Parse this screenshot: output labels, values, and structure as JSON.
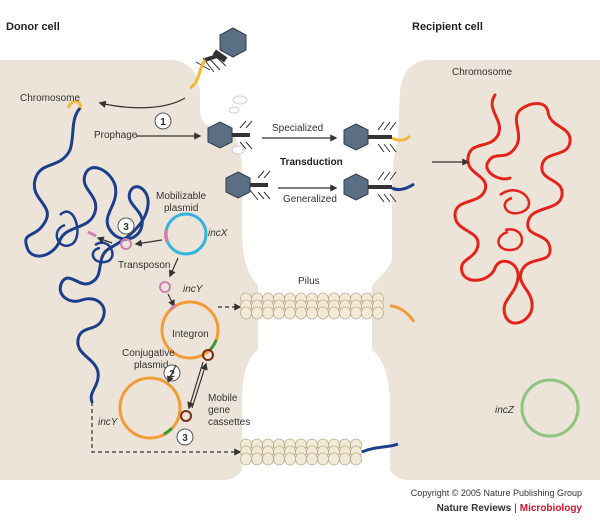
{
  "labels": {
    "donor_cell": "Donor cell",
    "recipient_cell": "Recipient cell",
    "chromosome_donor": "Chromosome",
    "chromosome_recipient": "Chromosome",
    "prophage": "Prophage",
    "specialized": "Specialized",
    "transduction": "Transduction",
    "generalized": "Generalized",
    "mobilizable_plasmid": "Mobilizable",
    "mobilizable_plasmid_2": "plasmid",
    "incx": "incX",
    "transposon": "Transposon",
    "incy_top": "incY",
    "integron": "Integron",
    "pilus": "Pilus",
    "conjugative": "Conjugative",
    "conjugative_2": "plasmid",
    "mobile": "Mobile",
    "mobile_2": "gene",
    "mobile_3": "cassettes",
    "incy_bottom": "incY",
    "incz": "incZ"
  },
  "steps": {
    "one": "1",
    "two": "2",
    "three_a": "3",
    "three_b": "3"
  },
  "footer": {
    "copyright": "Copyright © 2005 Nature Publishing Group",
    "journal_a": "Nature Reviews",
    "journal_b": "Microbiology"
  },
  "colors": {
    "cell_fill": "#ede4d9",
    "donor_chromosome": "#1b3f8b",
    "recipient_chromosome": "#e3241b",
    "plasmid_orange": "#f29c38",
    "plasmid_cyan": "#34b4dc",
    "plasmid_green": "#8cc57c",
    "transposon_pink": "#d27fae",
    "cassette_brown": "#7a2e15",
    "phage": "#5b6f84"
  }
}
